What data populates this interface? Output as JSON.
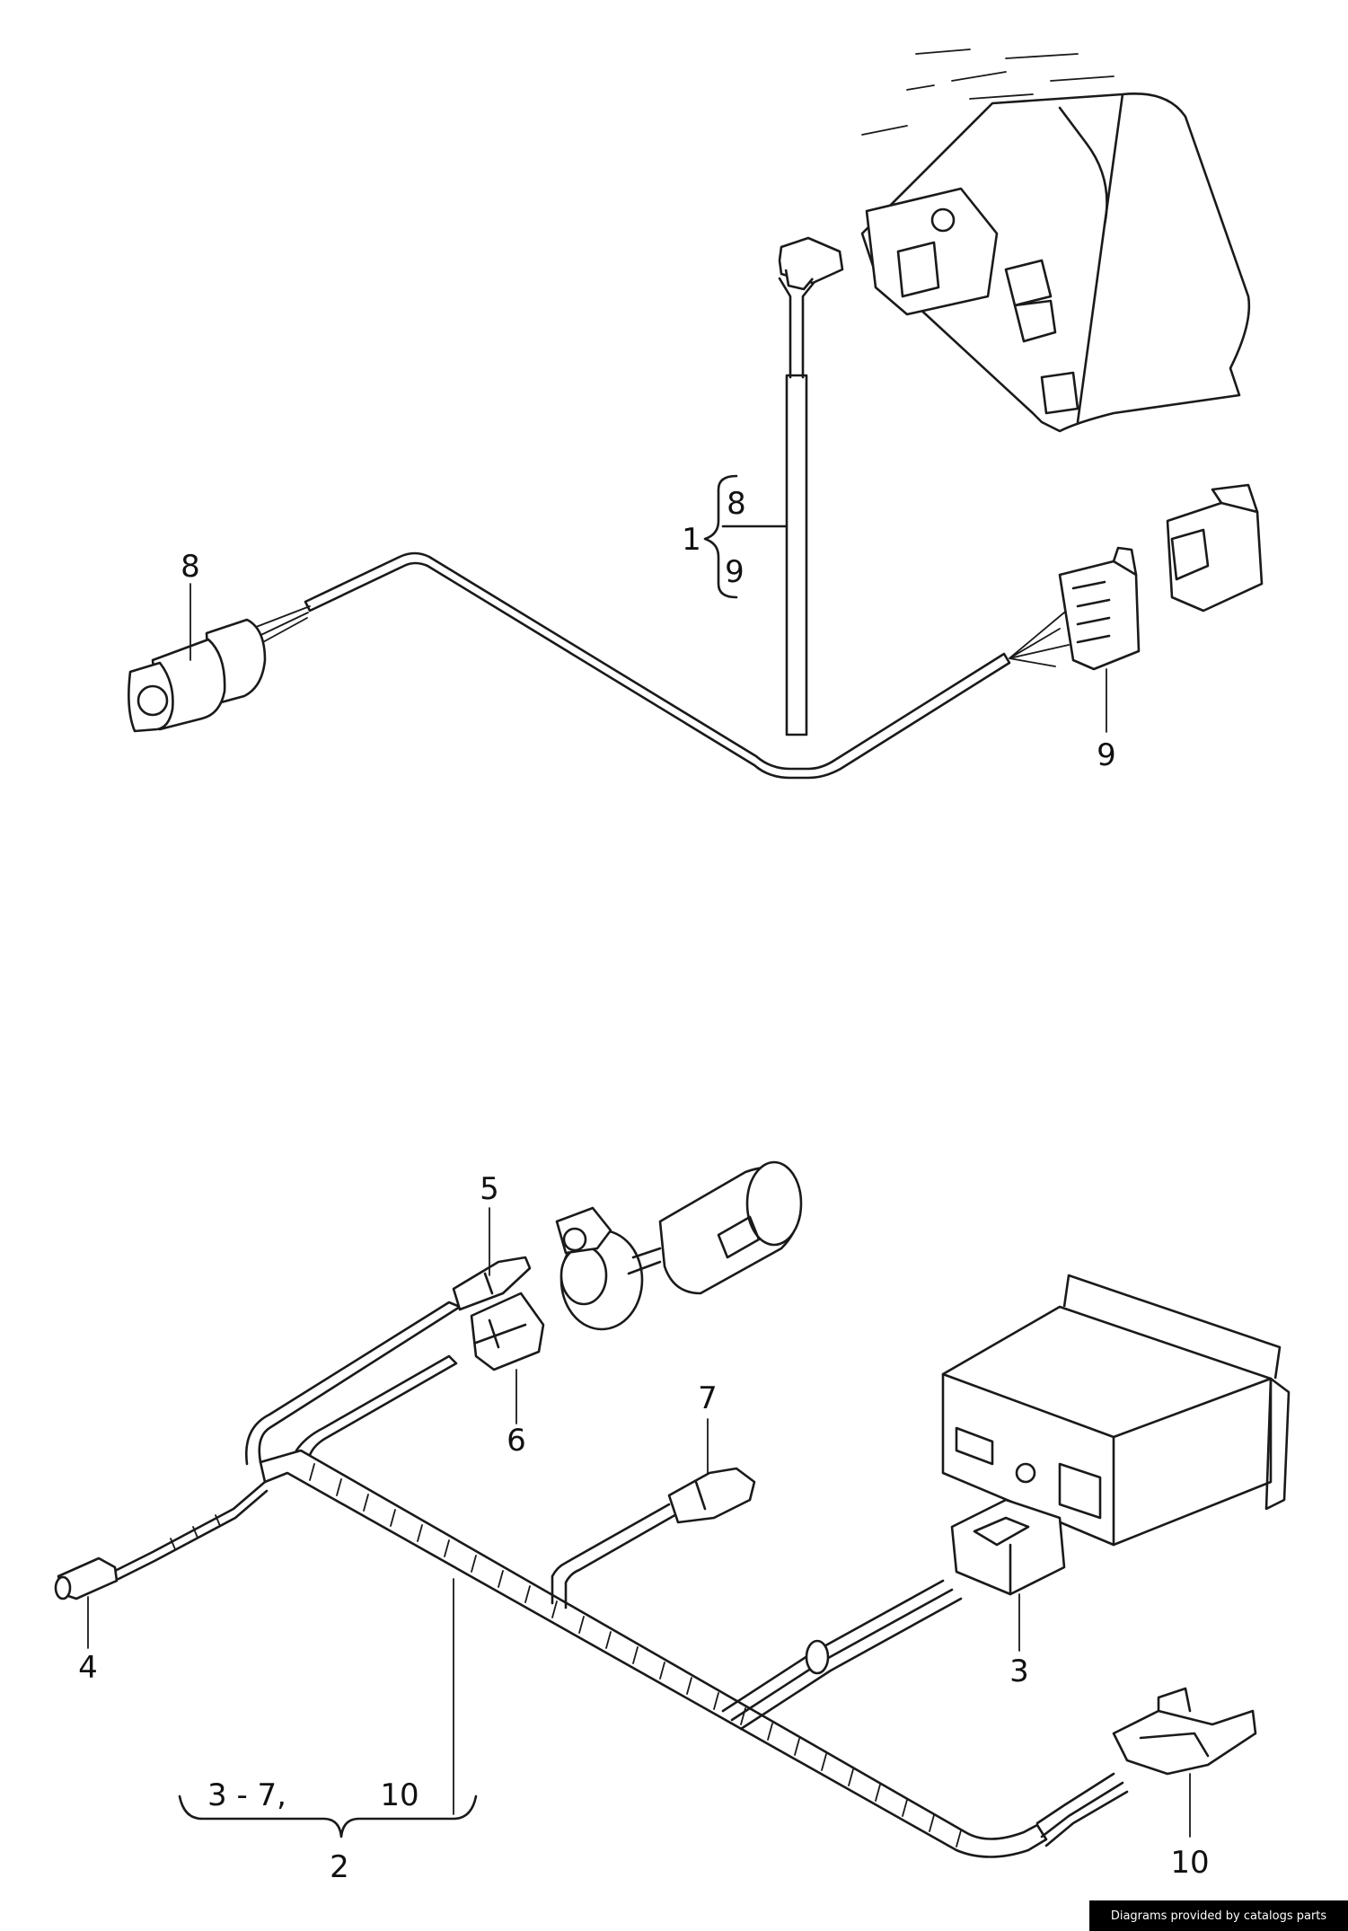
{
  "diagram": {
    "callouts": [
      "8",
      "1",
      "8",
      "9",
      "9",
      "5",
      "6",
      "7",
      "4",
      "3",
      "10"
    ],
    "bracket_top": {
      "label": "1",
      "items": [
        "8",
        "9"
      ]
    },
    "bracket_bottom": {
      "label": "2",
      "items": [
        "3 - 7,",
        "10"
      ]
    }
  },
  "footer": {
    "credit": "Diagrams provided by catalogs parts"
  }
}
